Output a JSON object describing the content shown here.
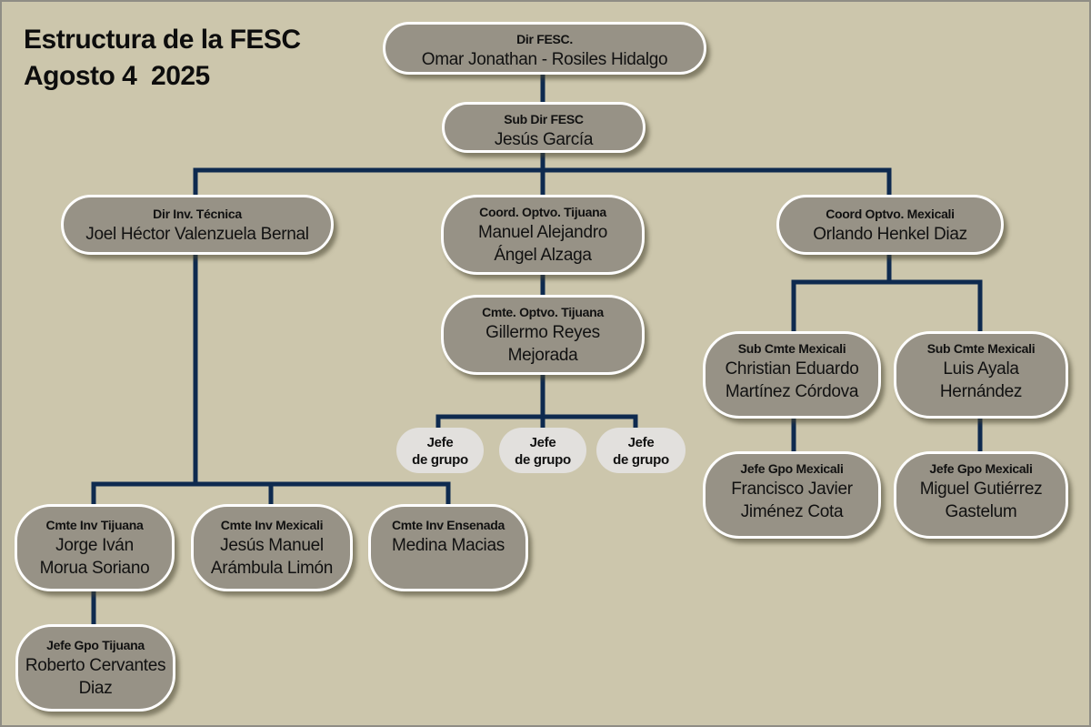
{
  "title": {
    "line1": "Estructura de la FESC",
    "line2": "Agosto 4  2025"
  },
  "colors": {
    "background": "#ccc6ac",
    "node_fill": "#979286",
    "node_border": "#ffffff",
    "connector": "#0e2a4f",
    "leaf_fill": "#e2e0dd"
  },
  "nodes": {
    "dir_fesc": {
      "role": "Dir FESC.",
      "name": "Omar Jonathan  - Rosiles Hidalgo"
    },
    "sub_dir_fesc": {
      "role": "Sub Dir FESC",
      "name": "Jesús García"
    },
    "dir_inv_tecnica": {
      "role": "Dir Inv. Técnica",
      "name": "Joel Héctor  Valenzuela Bernal"
    },
    "coord_optvo_tijuana": {
      "role": "Coord. Optvo. Tijuana",
      "name": "Manuel Alejandro\nÁngel Alzaga"
    },
    "coord_optvo_mexicali": {
      "role": "Coord Optvo.  Mexicali",
      "name": "Orlando Henkel Diaz"
    },
    "cmte_optvo_tijuana": {
      "role": "Cmte. Optvo. Tijuana",
      "name": "Gillermo Reyes\nMejorada"
    },
    "jefe_grupo_1": {
      "role": "Jefe\nde grupo"
    },
    "jefe_grupo_2": {
      "role": "Jefe\nde grupo"
    },
    "jefe_grupo_3": {
      "role": "Jefe\nde grupo"
    },
    "sub_cmte_mexicali_1": {
      "role": "Sub Cmte Mexicali",
      "name": "Christian Eduardo\nMartínez Córdova"
    },
    "sub_cmte_mexicali_2": {
      "role": "Sub Cmte Mexicali",
      "name": "Luis Ayala\nHernández"
    },
    "jefe_gpo_mexicali_1": {
      "role": "Jefe Gpo Mexicali",
      "name": "Francisco Javier\nJiménez Cota"
    },
    "jefe_gpo_mexicali_2": {
      "role": "Jefe Gpo  Mexicali",
      "name": "Miguel Gutiérrez\nGastelum"
    },
    "cmte_inv_tijuana": {
      "role": "Cmte Inv Tijuana",
      "name": "Jorge Iván\nMorua Soriano"
    },
    "cmte_inv_mexicali": {
      "role": "Cmte Inv Mexicali",
      "name": "Jesús Manuel\nArámbula Limón"
    },
    "cmte_inv_ensenada": {
      "role": "Cmte Inv Ensenada",
      "name": "Medina Macias"
    },
    "jefe_gpo_tijuana": {
      "role": "Jefe Gpo Tijuana",
      "name": "Roberto Cervantes\nDiaz"
    }
  },
  "edges": [
    [
      "dir_fesc",
      "sub_dir_fesc"
    ],
    [
      "sub_dir_fesc",
      "dir_inv_tecnica"
    ],
    [
      "sub_dir_fesc",
      "coord_optvo_tijuana"
    ],
    [
      "sub_dir_fesc",
      "coord_optvo_mexicali"
    ],
    [
      "coord_optvo_tijuana",
      "cmte_optvo_tijuana"
    ],
    [
      "cmte_optvo_tijuana",
      "jefe_grupo_1"
    ],
    [
      "cmte_optvo_tijuana",
      "jefe_grupo_2"
    ],
    [
      "cmte_optvo_tijuana",
      "jefe_grupo_3"
    ],
    [
      "coord_optvo_mexicali",
      "sub_cmte_mexicali_1"
    ],
    [
      "coord_optvo_mexicali",
      "sub_cmte_mexicali_2"
    ],
    [
      "sub_cmte_mexicali_1",
      "jefe_gpo_mexicali_1"
    ],
    [
      "sub_cmte_mexicali_2",
      "jefe_gpo_mexicali_2"
    ],
    [
      "dir_inv_tecnica",
      "cmte_inv_tijuana"
    ],
    [
      "dir_inv_tecnica",
      "cmte_inv_mexicali"
    ],
    [
      "dir_inv_tecnica",
      "cmte_inv_ensenada"
    ],
    [
      "cmte_inv_tijuana",
      "jefe_gpo_tijuana"
    ]
  ]
}
